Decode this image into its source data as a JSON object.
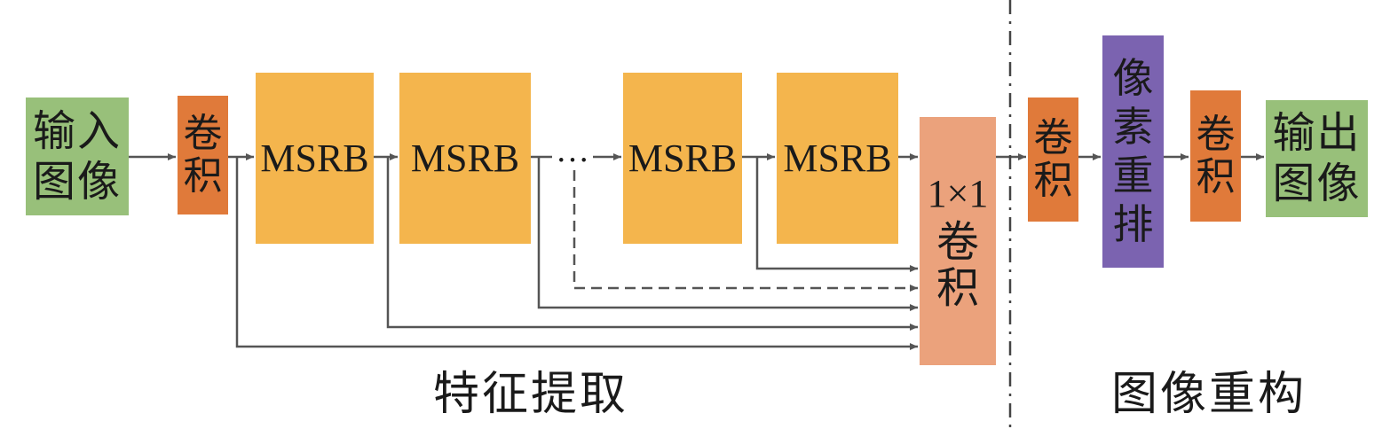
{
  "colors": {
    "green": "#98c07a",
    "orange_conv": "#e07a3a",
    "msrb": "#f4b54d",
    "conv1x1": "#eba27c",
    "purple": "#7b63b0",
    "line": "#555555"
  },
  "input": {
    "line1": "输入",
    "line2": "图像"
  },
  "conv_small_1": [
    "卷",
    "积"
  ],
  "msrb_label": "MSRB",
  "msrb_blocks": [
    "MSRB",
    "MSRB",
    "MSRB",
    "MSRB"
  ],
  "ellipsis": "…",
  "conv1x1": {
    "title": "1×1",
    "chars": [
      "卷",
      "积"
    ]
  },
  "conv_small_2": [
    "卷",
    "积"
  ],
  "pixel_shuffle": [
    "像",
    "素",
    "重",
    "排"
  ],
  "conv_small_3": [
    "卷",
    "积"
  ],
  "output": {
    "line1": "输出",
    "line2": "图像"
  },
  "sections": {
    "feature": "特征提取",
    "reconstruct": "图像重构"
  }
}
